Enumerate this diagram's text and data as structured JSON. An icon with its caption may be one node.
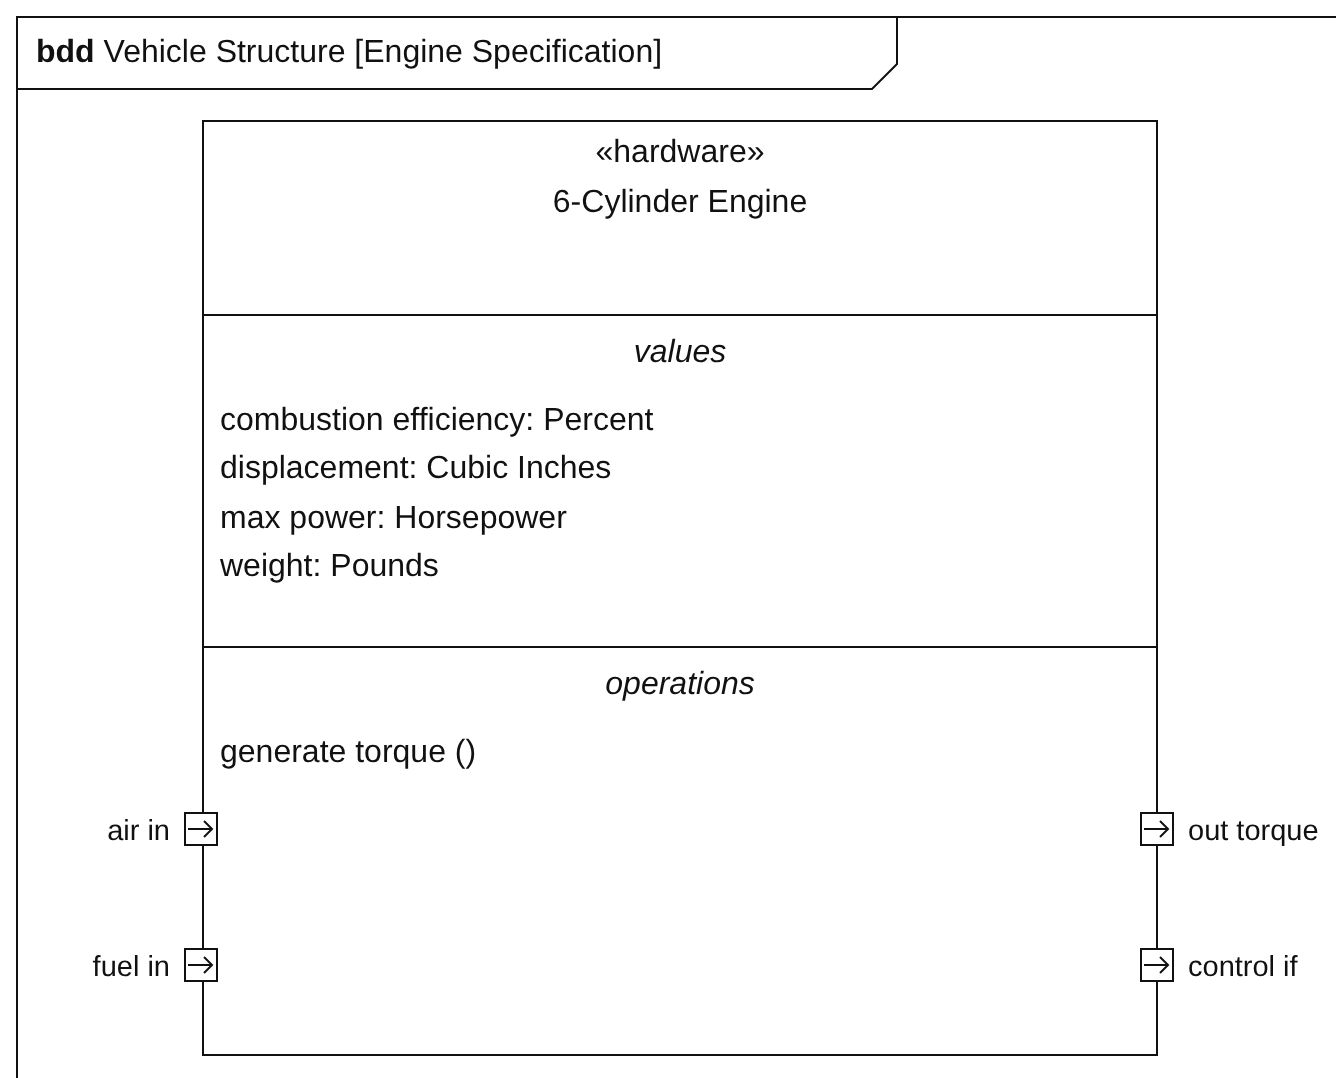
{
  "diagram": {
    "nodes": [
      {
        "text": [
          "**bdd** Vehicle Structure [Engine Specification]"
        ]
      },
      {
        "text": [
          "«hardware»",
          "6-Cylinder Engine"
        ],
        "in": 0
      },
      {
        "text": [
          "values",
          "combustion efficiency: Percent",
          "displacement: Cubic Inches",
          "max power: Horsepower",
          "weight: Pounds"
        ],
        "in": 1
      },
      {
        "text": [
          "operations",
          "generate torque ()"
        ],
        "in": 1
      },
      {
        "text": [],
        "shape": "box",
        "beside": [
          "air in"
        ],
        "in": 0
      },
      {
        "text": [],
        "shape": "box",
        "beside": [
          "out torque"
        ],
        "in": 0
      },
      {
        "text": [],
        "shape": "box",
        "beside": [
          "fuel in"
        ],
        "in": 0
      },
      {
        "text": [],
        "shape": "box",
        "beside": [
          "control if"
        ],
        "in": 0
      }
    ]
  }
}
